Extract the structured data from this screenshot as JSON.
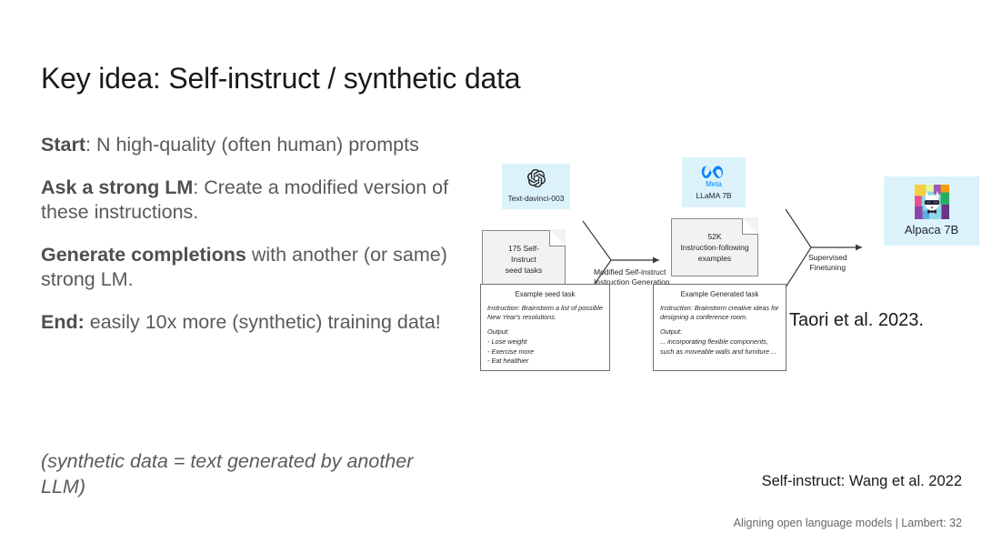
{
  "slide": {
    "title": "Key idea: Self-instruct / synthetic data",
    "bullets": [
      {
        "lead": "Start",
        "sep": ": ",
        "rest": "N high-quality (often human) prompts"
      },
      {
        "lead": "Ask a strong LM",
        "sep": ": ",
        "rest": "Create a modified version of these instructions."
      },
      {
        "lead": "Generate completions",
        "sep": " ",
        "rest": "with another (or same) strong LM."
      },
      {
        "lead": "End:",
        "sep": " ",
        "rest": "easily 10x more (synthetic) training data!"
      }
    ],
    "note": "(synthetic data = text generated by another LLM)"
  },
  "diagram": {
    "nodes": {
      "davinci": {
        "label": "Text-davinci-003",
        "icon": "openai-logo-icon",
        "bg": "#dcf2fb"
      },
      "seed_tasks": {
        "label": "175 Self-Instruct seed tasks",
        "lines": [
          "175 Self-",
          "Instruct",
          "seed tasks"
        ]
      },
      "llama": {
        "brand": "Meta",
        "label": "LLaMA 7B",
        "icon": "meta-logo-icon",
        "bg": "#dcf2fb"
      },
      "examples_52k": {
        "lines": [
          "52K",
          "Instruction-following",
          "examples"
        ]
      },
      "alpaca": {
        "label": "Alpaca 7B",
        "icon": "alpaca-llama-image",
        "bg": "#dcf2fb"
      }
    },
    "edges": [
      {
        "name": "modified-self-instruct",
        "lines": [
          "Modified Self-instruct",
          "Instruction Generation"
        ]
      },
      {
        "name": "supervised-finetuning",
        "lines": [
          "Supervised",
          "Finetuning"
        ]
      }
    ],
    "example_seed": {
      "title": "Example seed task",
      "instruction": "Instruction: Brainstorm a list of possible New Year's resolutions.",
      "output_label": "Output:",
      "output_items": [
        "- Lose weight",
        "- Exercise more",
        "- Eat healthier"
      ]
    },
    "example_generated": {
      "title": "Example Generated task",
      "instruction": "Instruction: Brainstorm creative ideas for designing a conference room.",
      "output_label": "Output:",
      "output_text": "... incorporating flexible components, such as moveable walls and furniture ..."
    }
  },
  "citations": {
    "taori": "Taori et al. 2023.",
    "wang": "Self-instruct: Wang et al. 2022"
  },
  "footer": "Aligning open language models | Lambert: 32",
  "colors": {
    "node_blue": "#dcf2fb",
    "doc_gray": "#f2f2f2",
    "body_text": "#5a5a5a",
    "title_text": "#1a1a1a",
    "meta_blue": "#0081fb"
  }
}
